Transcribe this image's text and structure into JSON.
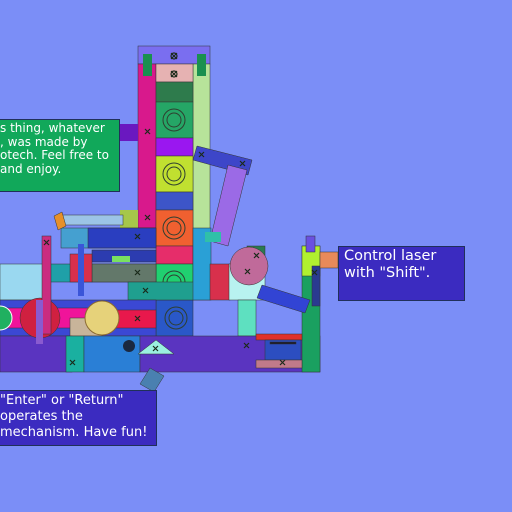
{
  "notes": {
    "credits": [
      "s thing, whatever",
      ", was made by",
      "otech. Feel free to",
      " and enjoy."
    ],
    "laser": [
      "Control laser",
      "with \"Shift\"."
    ],
    "enter": [
      "\"Enter\" or \"Return\"",
      "operates the",
      "mechanism. Have fun!"
    ]
  },
  "icons": {
    "joint": "screw-joint-icon",
    "wheel": "wheel-icon",
    "arrow": "triangle-arrow-icon"
  },
  "colors": {
    "background": "#7b8ef7",
    "note_green": "#11a85a",
    "note_blue": "#3b2bc0"
  }
}
